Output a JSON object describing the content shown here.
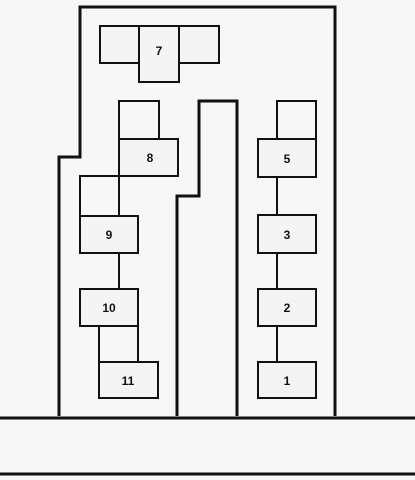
{
  "diagram": {
    "compartments": [
      {
        "id": "1",
        "label": "1"
      },
      {
        "id": "2",
        "label": "2"
      },
      {
        "id": "3",
        "label": "3"
      },
      {
        "id": "5",
        "label": "5"
      },
      {
        "id": "7",
        "label": "7"
      },
      {
        "id": "8",
        "label": "8"
      },
      {
        "id": "9",
        "label": "9"
      },
      {
        "id": "10",
        "label": "10"
      },
      {
        "id": "11",
        "label": "11"
      }
    ]
  }
}
